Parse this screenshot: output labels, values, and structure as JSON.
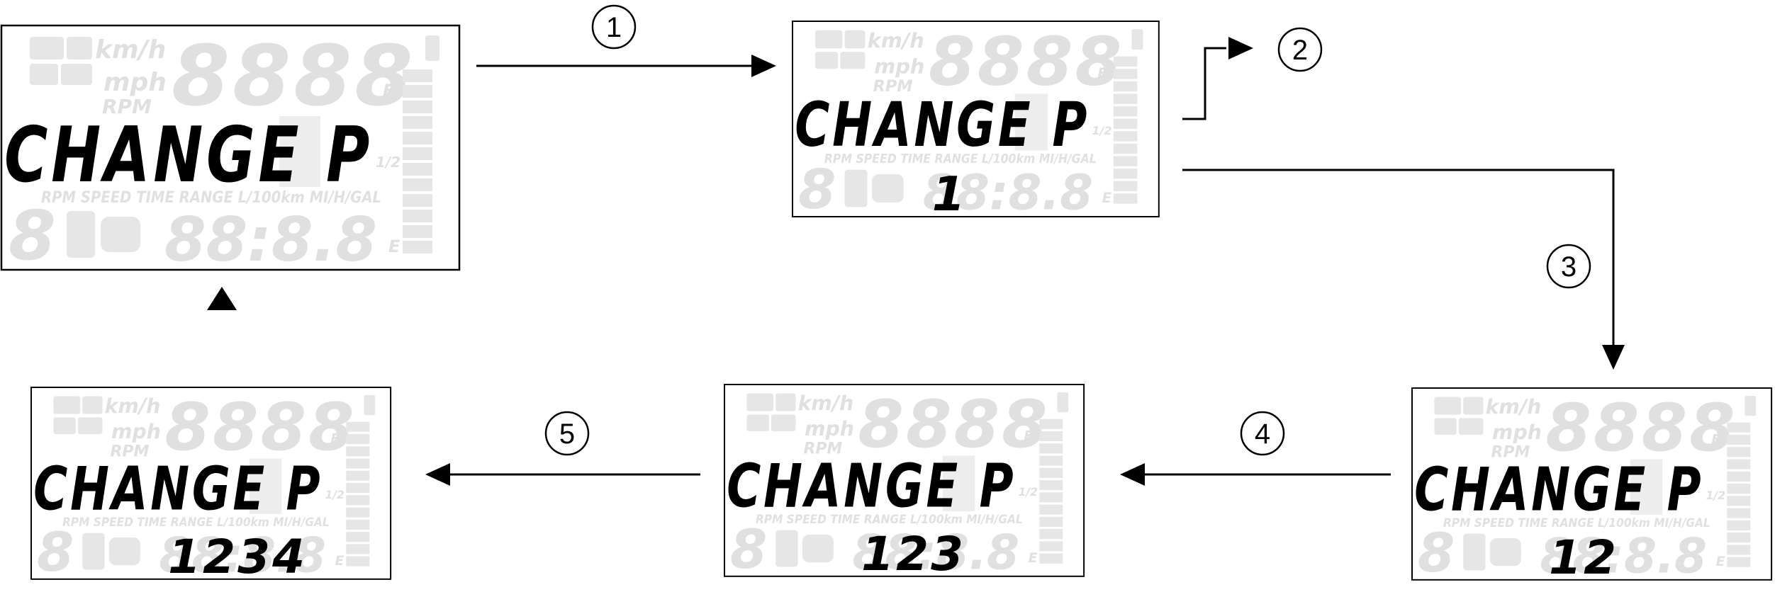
{
  "main_text": "CHANGE  P",
  "status_labels": "RPM SPEED TIME RANGE L/100km MI/H/GAL",
  "unit_labels": {
    "kmh": "km/h",
    "mph": "mph",
    "rpm": "RPM"
  },
  "gauge_labels": {
    "full": "F",
    "half": "1/2",
    "empty": "E"
  },
  "ghost_digits": {
    "top": "8888",
    "bottom": "88:8.8",
    "left": "8"
  },
  "screens": [
    {
      "digits": ""
    },
    {
      "digits": "1"
    },
    {
      "digits": "12"
    },
    {
      "digits": "123"
    },
    {
      "digits": "1234"
    }
  ],
  "steps": [
    {
      "label": "1"
    },
    {
      "label": "2"
    },
    {
      "label": "3"
    },
    {
      "label": "4"
    },
    {
      "label": "5"
    }
  ],
  "start_marker": "▲"
}
